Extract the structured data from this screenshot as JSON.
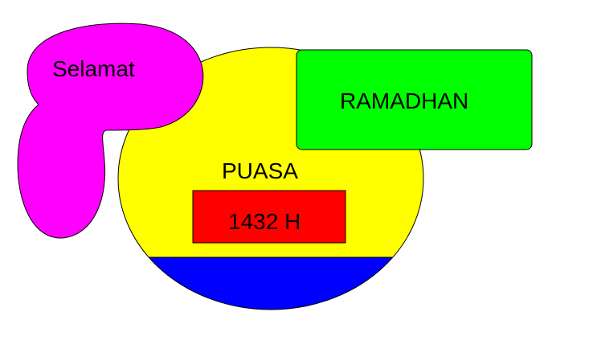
{
  "labels": {
    "selamat": "Selamat",
    "ramadhan": "RAMADHAN",
    "puasa": "PUASA",
    "year": "1432 H"
  },
  "colors": {
    "background": "#ffffff",
    "circle": "#ffff00",
    "circle_bottom": "#0000ff",
    "speech_blob": "#ff00ff",
    "ramadhan_box": "#00ff00",
    "year_box": "#ff0000",
    "outline": "#000000"
  }
}
